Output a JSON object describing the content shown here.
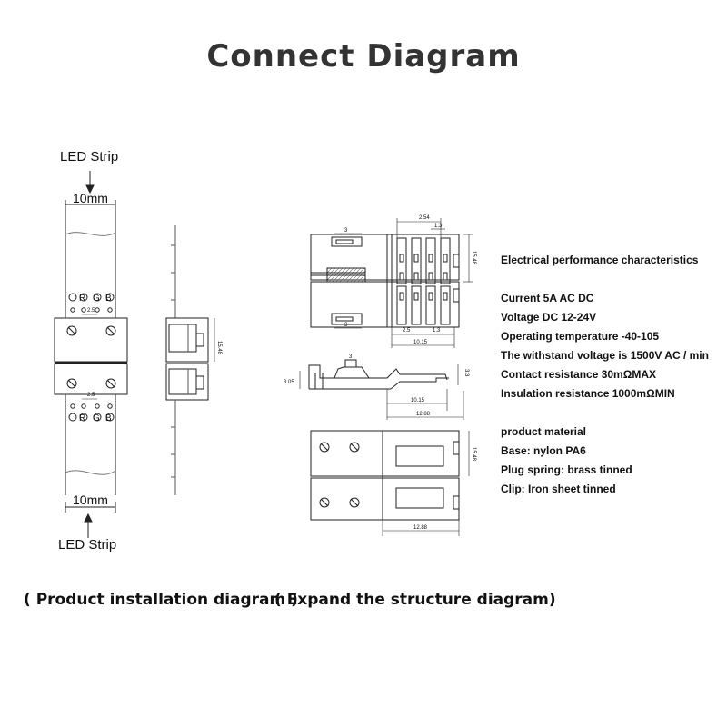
{
  "title": "Connect Diagram",
  "left": {
    "top_label": "LED Strip",
    "bottom_label": "LED Strip",
    "top_width": "10mm",
    "bottom_width": "10mm",
    "pad_top": [
      "R",
      "G",
      "B"
    ],
    "pad_bottom": [
      "R",
      "G",
      "B"
    ],
    "pitch_top": "2.5",
    "pitch_bottom": "2.5",
    "side_dim": "15.48"
  },
  "structure": {
    "dim_2_54": "2.54",
    "dim_1_3_top": "1.3",
    "dim_3_top": "3",
    "dim_3_bottom": "3",
    "dim_15_48_top": "15.48",
    "dim_2_5": "2.5",
    "dim_1_3_bottom": "1.3",
    "dim_10_15_top": "10.15",
    "dim_side_3": "3",
    "dim_3_05": "3.05",
    "dim_3_3": "3.3",
    "dim_10_15_mid": "10.15",
    "dim_12_88_mid": "12.88",
    "dim_15_48_bottom": "15.48",
    "dim_12_88_bottom": "12.88"
  },
  "electrical": {
    "heading": "Electrical performance characteristics",
    "items": [
      "Current 5A AC DC",
      "Voltage DC 12-24V",
      "Operating temperature -40-105",
      "The withstand voltage is 1500V AC / min",
      "Contact resistance 30mΩMAX",
      "Insulation resistance 1000mΩMIN"
    ]
  },
  "material": {
    "heading": "product material",
    "items": [
      "Base: nylon PA6",
      "Plug spring: brass tinned",
      "Clip: Iron sheet  tinned"
    ]
  },
  "captions": {
    "left": "( Product installation diagram )",
    "right": "( Expand the structure diagram)"
  }
}
